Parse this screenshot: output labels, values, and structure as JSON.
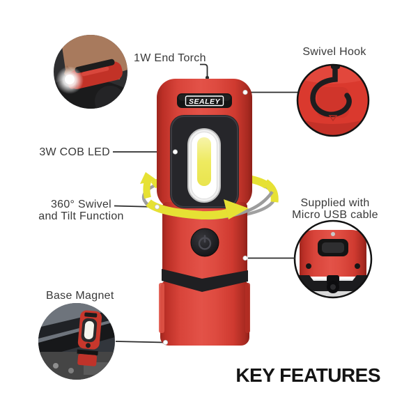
{
  "page": {
    "background": "#ffffff"
  },
  "brand": {
    "logo_text": "SEALEY"
  },
  "heading": {
    "text": "KEY FEATURES",
    "color": "#141414"
  },
  "callouts": {
    "end_torch": {
      "label": "1W End Torch"
    },
    "swivel_hook": {
      "label": "Swivel Hook"
    },
    "cob_led": {
      "label": "3W COB LED"
    },
    "swivel_tilt": {
      "label": "360° Swivel\nand Tilt Function"
    },
    "micro_usb": {
      "label": "Supplied with\nMicro USB cable"
    },
    "base_magnet": {
      "label": "Base Magnet"
    }
  },
  "colors": {
    "body_red": "#d8423a",
    "panel_black": "#26262a",
    "arrow_yellow": "#e6e134",
    "ring_gray": "#9c9c9c",
    "led_yellow": "#ebe75c",
    "line_dark": "#2b2b2b"
  }
}
